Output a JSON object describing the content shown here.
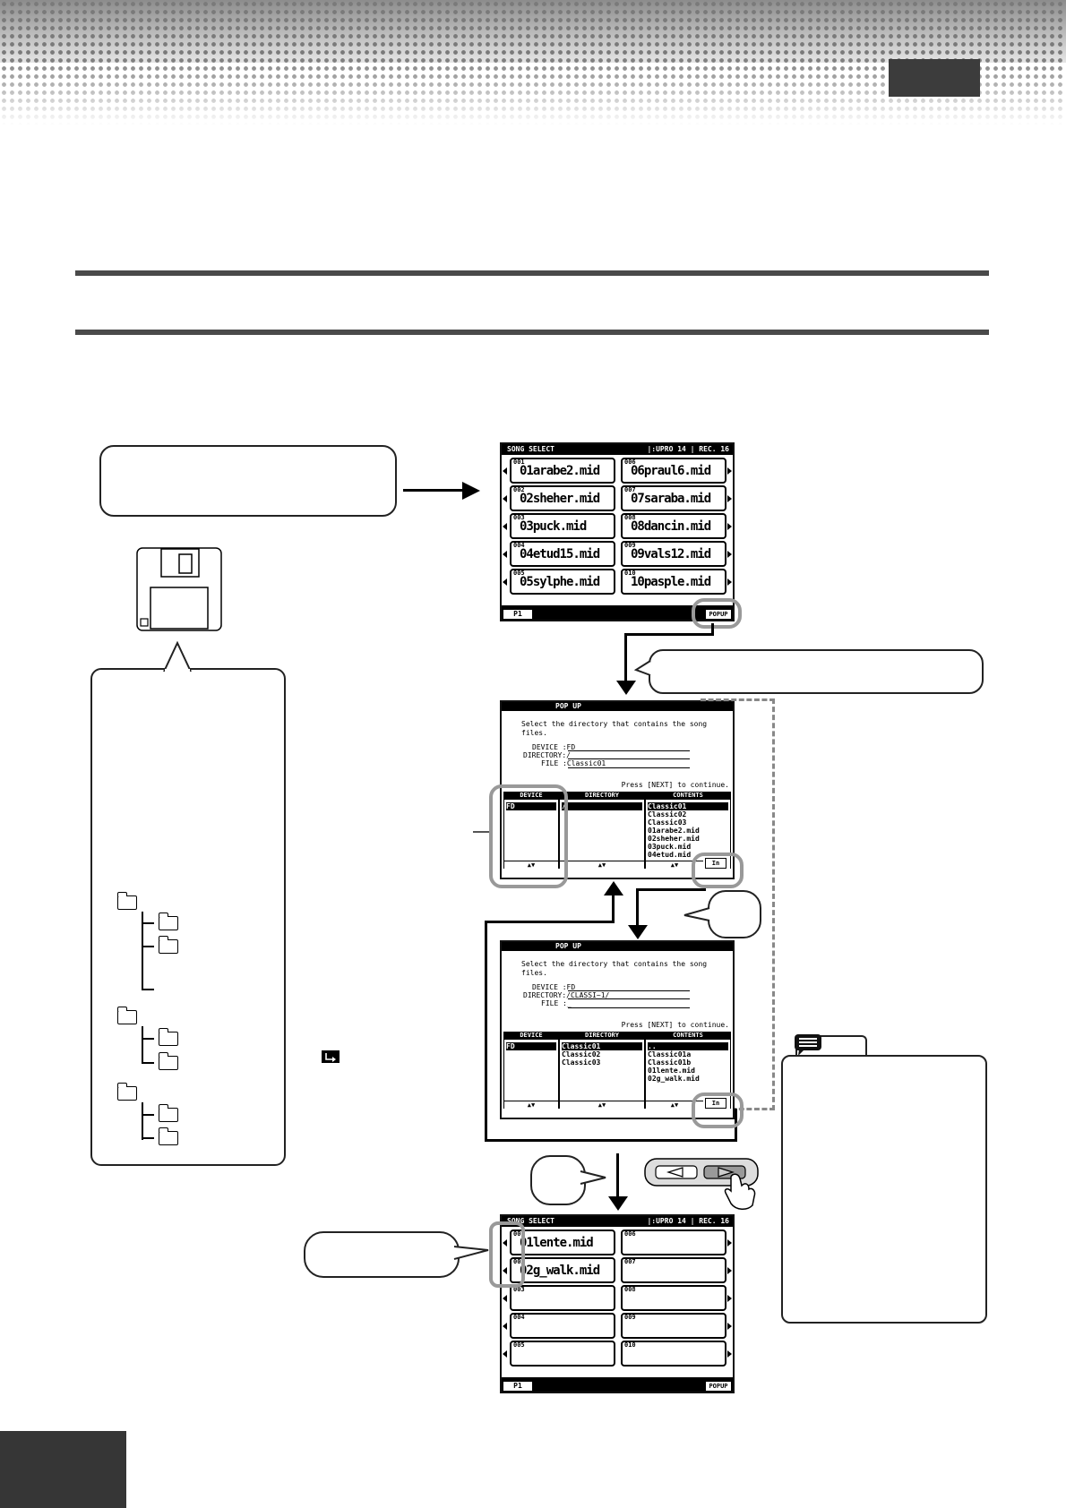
{
  "song_select_top": {
    "title": "SONG SELECT",
    "header_right": "|:UPRO 14 | REC. 16",
    "page_tab": "P1",
    "popup_tab": "POPUP",
    "left_songs": [
      {
        "num": "001",
        "name": "01arabe2.mid"
      },
      {
        "num": "002",
        "name": "02sheher.mid"
      },
      {
        "num": "003",
        "name": "03puck.mid"
      },
      {
        "num": "004",
        "name": "04etud15.mid"
      },
      {
        "num": "005",
        "name": "05sylphe.mid"
      }
    ],
    "right_songs": [
      {
        "num": "006",
        "name": "06praul6.mid"
      },
      {
        "num": "007",
        "name": "07saraba.mid"
      },
      {
        "num": "008",
        "name": "08dancin.mid"
      },
      {
        "num": "009",
        "name": "09vals12.mid"
      },
      {
        "num": "010",
        "name": "10pasple.mid"
      }
    ]
  },
  "popup_1": {
    "title": "POP UP",
    "line1": "Select the directory that contains the song",
    "line2": "files.",
    "device_line": "DEVICE :FD",
    "directory_line": "DIRECTORY:/",
    "file_line": "FILE :Classic01",
    "next_line": "Press [NEXT] to continue.",
    "col_device": "DEVICE",
    "col_directory": "DIRECTORY",
    "col_contents": "CONTENTS",
    "device_items": [
      "FD"
    ],
    "directory_items": [
      "/"
    ],
    "contents_items": [
      "Classic01",
      "Classic02",
      "Classic03",
      "01arabe2.mid",
      "02sheher.mid",
      "03puck.mid",
      "04etud.mid"
    ],
    "arrows": "▲▼",
    "in_button": "In"
  },
  "popup_2": {
    "title": "POP UP",
    "line1": "Select the directory that contains the song",
    "line2": "files.",
    "device_line": "DEVICE :FD",
    "directory_line": "DIRECTORY:/CLASSI~1/",
    "file_line": "FILE :_",
    "next_line": "Press [NEXT] to continue.",
    "col_device": "DEVICE",
    "col_directory": "DIRECTORY",
    "col_contents": "CONTENTS",
    "device_items": [
      "FD"
    ],
    "directory_items": [
      "Classic01",
      "Classic02",
      "Classic03"
    ],
    "contents_items": [
      "..",
      "Classic01a",
      "Classic01b",
      "01lente.mid",
      "02g_walk.mid"
    ],
    "arrows": "▲▼",
    "in_button": "In"
  },
  "song_select_bottom": {
    "title": "SONG SELECT",
    "header_right": "|:UPRO 14 | REC. 16",
    "page_tab": "P1",
    "popup_tab": "POPUP",
    "left_songs": [
      {
        "num": "001",
        "name": "01lente.mid"
      },
      {
        "num": "002",
        "name": "02g_walk.mid"
      },
      {
        "num": "003",
        "name": ""
      },
      {
        "num": "004",
        "name": ""
      },
      {
        "num": "005",
        "name": ""
      }
    ],
    "right_songs": [
      {
        "num": "006",
        "name": ""
      },
      {
        "num": "007",
        "name": ""
      },
      {
        "num": "008",
        "name": ""
      },
      {
        "num": "009",
        "name": ""
      },
      {
        "num": "010",
        "name": ""
      }
    ]
  },
  "icons": {
    "floppy": "floppy-disk-icon",
    "folder": "folder-icon",
    "note": "note-icon",
    "return": "return-folder-icon",
    "hand": "pointing-hand-icon"
  },
  "colors": {
    "rule": "#4a4a4a",
    "tab_box": "#3c3c3c",
    "highlight": "#999999"
  }
}
